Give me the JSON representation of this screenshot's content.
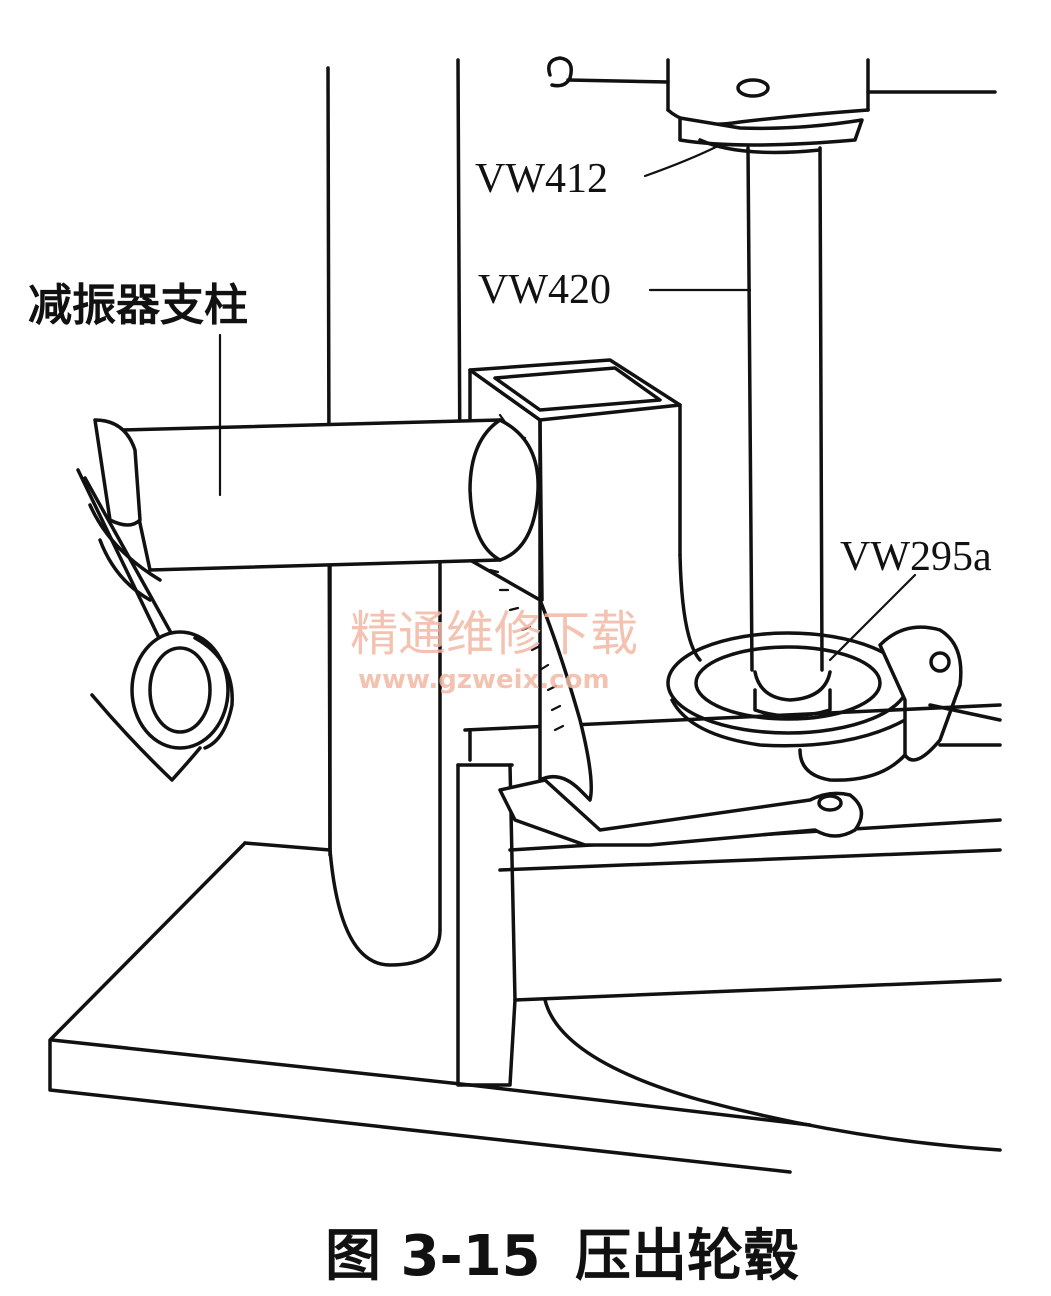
{
  "labels": {
    "vw412": "VW412",
    "vw420": "VW420",
    "vw295a": "VW295a",
    "strut": "减振器支柱"
  },
  "caption": {
    "figure_number": "图 3-15",
    "title": "压出轮毂"
  },
  "watermark": {
    "text": "精通维修下载",
    "url": "www.gzweix.com",
    "color": "#f2b8a4"
  },
  "colors": {
    "line": "#111111",
    "background": "#ffffff"
  }
}
